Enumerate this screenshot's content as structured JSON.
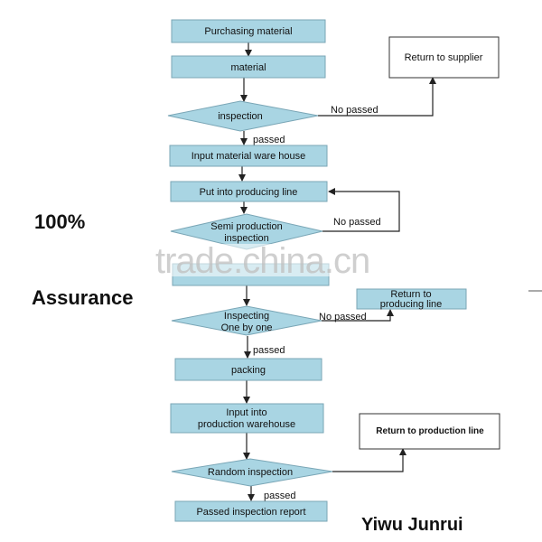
{
  "nodes": {
    "purchasing": "Purchasing material",
    "material": "material",
    "inspection": "inspection",
    "input_warehouse": "Input material ware house",
    "producing_line": "Put into producing line",
    "semi_line1": "Semi production",
    "semi_line2": "inspection",
    "inspect_one_line1": "Inspecting",
    "inspect_one_line2": "One by one",
    "packing": "packing",
    "input_prod_line1": "Input into",
    "input_prod_line2": "production warehouse",
    "random": "Random inspection",
    "passed_report": "Passed inspection report",
    "return_supplier": "Return to supplier",
    "return_line1": "Return to",
    "return_line2": "producing line",
    "return_production": "Return to production line"
  },
  "edges": {
    "no_passed_1": "No passed",
    "passed_1": "passed",
    "no_passed_2": "No passed",
    "no_passed_3": "No passed",
    "passed_2": "passed",
    "passed_3": "passed"
  },
  "side_text": {
    "percent": "100%",
    "assurance": "Assurance",
    "company": "Yiwu Junrui"
  },
  "watermark": "trade.china.cn",
  "colors": {
    "box_fill": "#a9d5e3",
    "box_stroke": "#7aa6b6",
    "line": "#222222"
  }
}
